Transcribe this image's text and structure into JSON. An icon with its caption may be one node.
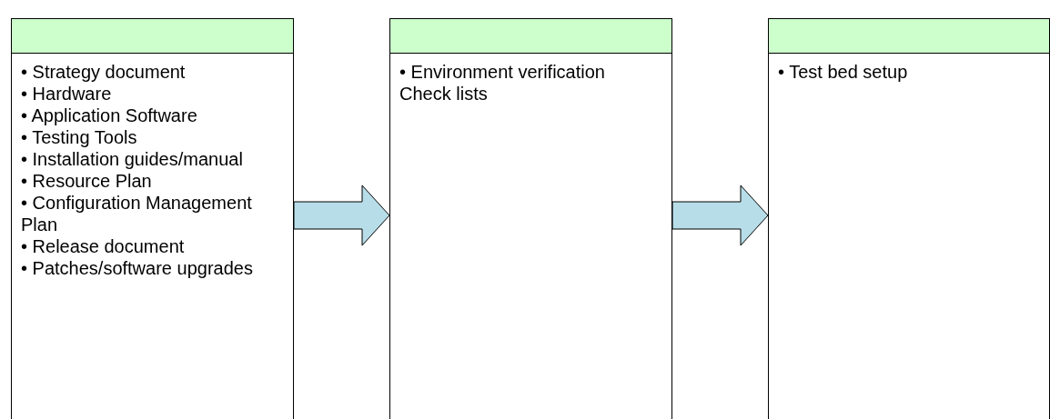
{
  "diagram": {
    "nodes": [
      {
        "text": [],
        "shape": "box"
      },
      {
        "text": [
          "• Strategy document",
          "• Hardware",
          "• Application Software",
          "• Testing Tools",
          "• Installation guides/manual",
          "• Resource Plan",
          "• Configuration Management Plan",
          "• Release document",
          "• Patches/software upgrades"
        ]
      },
      {
        "text": [],
        "shape": "box"
      },
      {
        "text": [
          "• Environment verification Check lists"
        ]
      },
      {
        "text": [],
        "shape": "box"
      },
      {
        "text": [
          "• Test bed setup"
        ]
      }
    ],
    "edges": [
      {
        "from": 1,
        "to": 3,
        "arrow": "to"
      },
      {
        "from": 3,
        "to": 5,
        "arrow": "to"
      }
    ]
  }
}
